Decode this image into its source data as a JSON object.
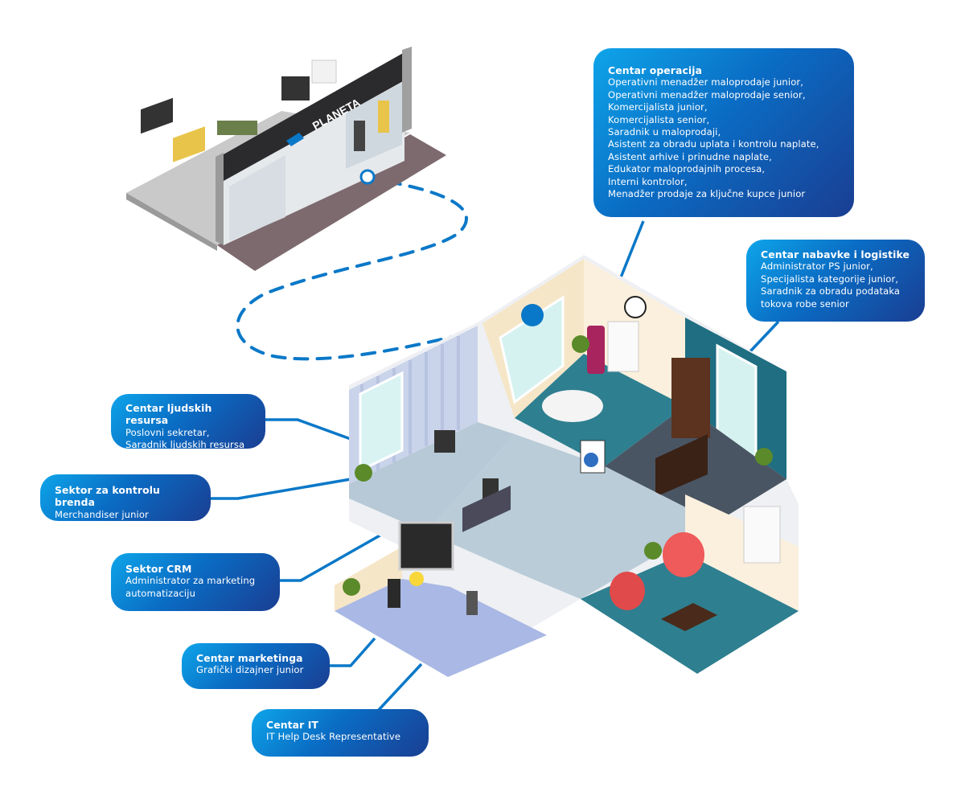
{
  "store": {
    "logo_text": "PLANETA"
  },
  "labels": {
    "operacije": {
      "title": "Centar operacija",
      "items": [
        "Operativni menadžer maloprodaje junior,",
        "Operativni menadžer maloprodaje senior,",
        "Komercijalista junior,",
        "Komercijalista senior,",
        "Saradnik u maloprodaji,",
        "Asistent za obradu uplata i kontrolu naplate,",
        "Asistent arhive i prinudne naplate,",
        "Edukator maloprodajnih procesa,",
        "Interni kontrolor,",
        "Menadžer prodaje za ključne kupce junior"
      ]
    },
    "nabavka": {
      "title": "Centar nabavke i logistike",
      "items": [
        "Administrator PS junior,",
        "Specijalista kategorije junior,",
        "Saradnik za obradu podataka",
        "tokova robe senior"
      ]
    },
    "hr": {
      "title": "Centar ljudskih resursa",
      "items": [
        "Poslovni sekretar,",
        "Saradnik ljudskih resursa"
      ]
    },
    "brend": {
      "title": "Sektor za kontrolu brenda",
      "items": [
        "Merchandiser junior"
      ]
    },
    "crm": {
      "title": "Sektor CRM",
      "items": [
        "Administrator za marketing",
        "automatizaciju"
      ]
    },
    "marketing": {
      "title": "Centar marketinga",
      "items": [
        "Grafički dizajner junior"
      ]
    },
    "it": {
      "title": "Centar IT",
      "items": [
        "IT Help Desk Representative"
      ]
    }
  },
  "colors": {
    "accent": "#0a78c8",
    "gradient_start": "#0ea5ea",
    "gradient_end": "#1a3e92"
  }
}
